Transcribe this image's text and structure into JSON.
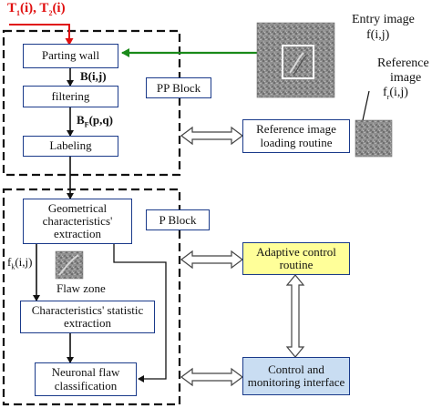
{
  "inputs": {
    "t1": "T",
    "t1_sub": "1",
    "t1_arg": "(i),",
    "t2": "T",
    "t2_sub": "2",
    "t2_arg": "(i)"
  },
  "entry_image": {
    "title": "Entry image",
    "symbol": "f(i,j)"
  },
  "reference_image": {
    "line1": "Reference",
    "line2": "image",
    "symbol_f": "f",
    "symbol_sub": "r",
    "symbol_arg": "(i,j)"
  },
  "pp_block": {
    "label": "PP Block",
    "parting_wall": "Parting wall",
    "b_label": "B(i,j)",
    "filtering": "filtering",
    "bf_main": "B",
    "bf_sub": "F",
    "bf_arg": "(p,q)",
    "labeling": "Labeling"
  },
  "p_block": {
    "label": "P Block",
    "geom_line1": "Geometrical",
    "geom_line2": "characteristics'",
    "geom_line3": "extraction",
    "fk_main": "f",
    "fk_sub": "k",
    "fk_arg": "(i,j)",
    "flaw_zone": "Flaw zone",
    "stat_line1": "Characteristics' statistic",
    "stat_line2": "extraction",
    "neuro_line1": "Neuronal flaw",
    "neuro_line2": "classification"
  },
  "ref_loading": {
    "line1": "Reference image",
    "line2": "loading routine"
  },
  "adaptive": {
    "line1": "Adaptive control",
    "line2": "routine"
  },
  "control": {
    "line1": "Control and",
    "line2": "monitoring interface"
  },
  "colors": {
    "box_border": "#1a3a8a",
    "input_arrow": "#e01010",
    "entry_arrow": "#1a8a1a",
    "adaptive_fill": "#ffff99",
    "control_fill": "#c9ddf2"
  }
}
